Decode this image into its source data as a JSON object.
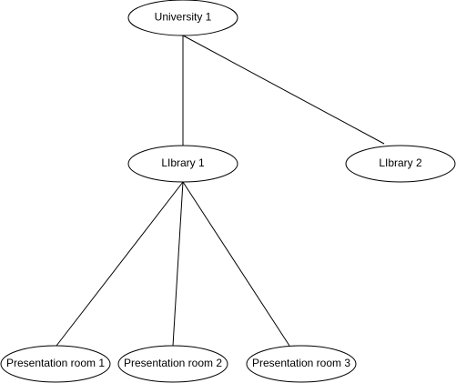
{
  "nodes": {
    "university_1": "University 1",
    "library_1": "LIbrary 1",
    "library_2": "LIbrary 2",
    "presentation_room_1": "Presentation room 1",
    "presentation_room_2": "Presentation room 2",
    "presentation_room_3": "Presentation room 3"
  },
  "edges": [
    {
      "from": "University 1",
      "to": "LIbrary 1"
    },
    {
      "from": "University 1",
      "to": "LIbrary 2"
    },
    {
      "from": "LIbrary 1",
      "to": "Presentation room 1"
    },
    {
      "from": "LIbrary 1",
      "to": "Presentation room 2"
    },
    {
      "from": "LIbrary 1",
      "to": "Presentation room 3"
    }
  ]
}
